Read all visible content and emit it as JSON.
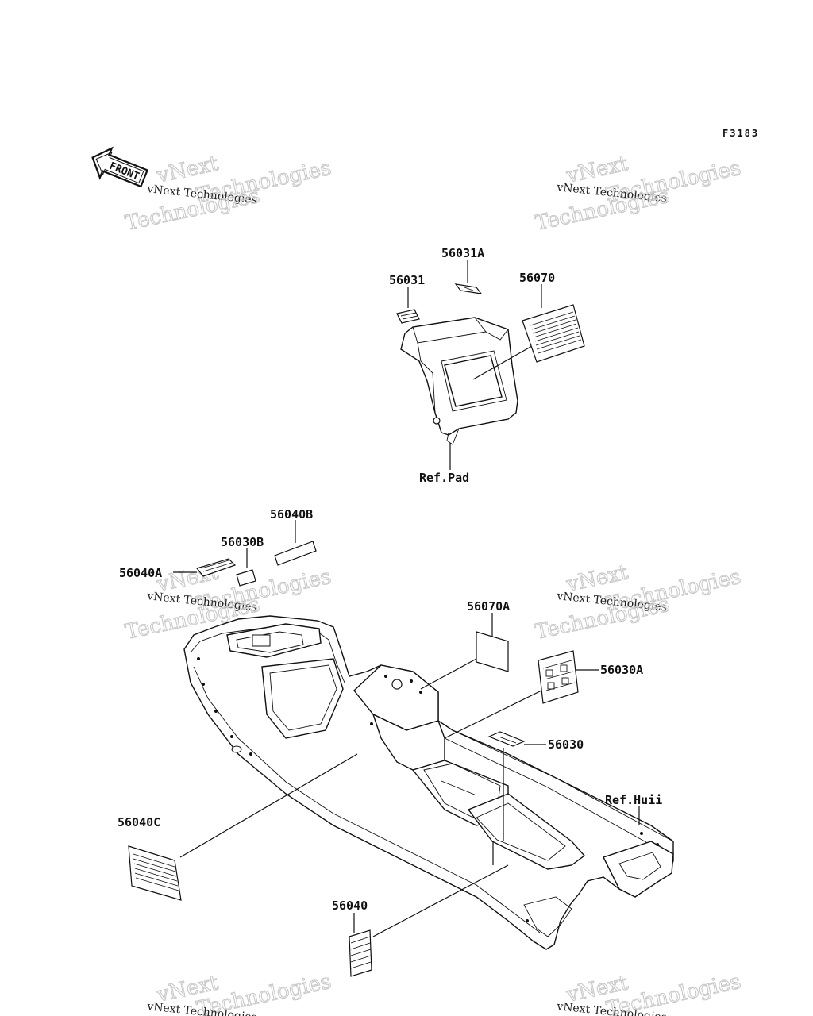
{
  "figure_code": "F3183",
  "front_arrow": {
    "label": "FRONT",
    "icon": "front-arrow-icon"
  },
  "watermark": {
    "line1": "vNext Technologies",
    "line2": "Technologies",
    "line3": "vNext"
  },
  "references": {
    "pad": "Ref.Pad",
    "hull": "Ref.Huii"
  },
  "parts": {
    "p56031": "56031",
    "p56031A": "56031A",
    "p56070": "56070",
    "p56040B": "56040B",
    "p56030B": "56030B",
    "p56040A": "56040A",
    "p56070A": "56070A",
    "p56030A": "56030A",
    "p56030": "56030",
    "p56040C": "56040C",
    "p56040": "56040"
  }
}
